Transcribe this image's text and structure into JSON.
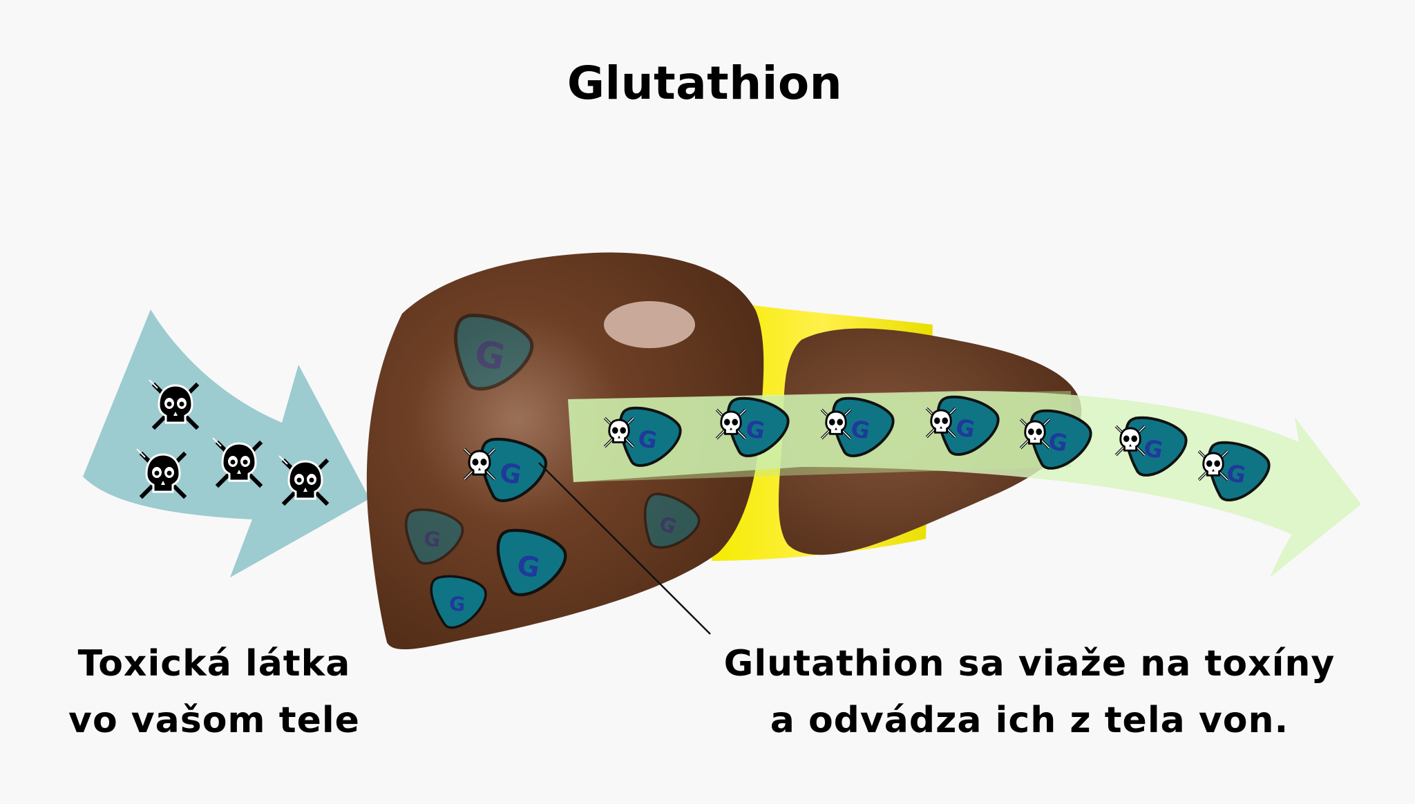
{
  "title": "Glutathion",
  "caption_left": {
    "line1": "Toxická látka",
    "line2": "vo vašom tele"
  },
  "caption_right": {
    "line1": "Glutathion sa viaže na toxíny",
    "line2": "a odvádza ich z tela von."
  },
  "marker_letter": "G",
  "colors": {
    "background": "#f8f8f8",
    "liver": "#5a3319",
    "gallbladder": "#f2ea00",
    "incoming_arrow": "#9ccbd0",
    "outgoing_arrow": "#d8f5c0",
    "glutathione": "#0f7585",
    "toxin": "#000000"
  }
}
